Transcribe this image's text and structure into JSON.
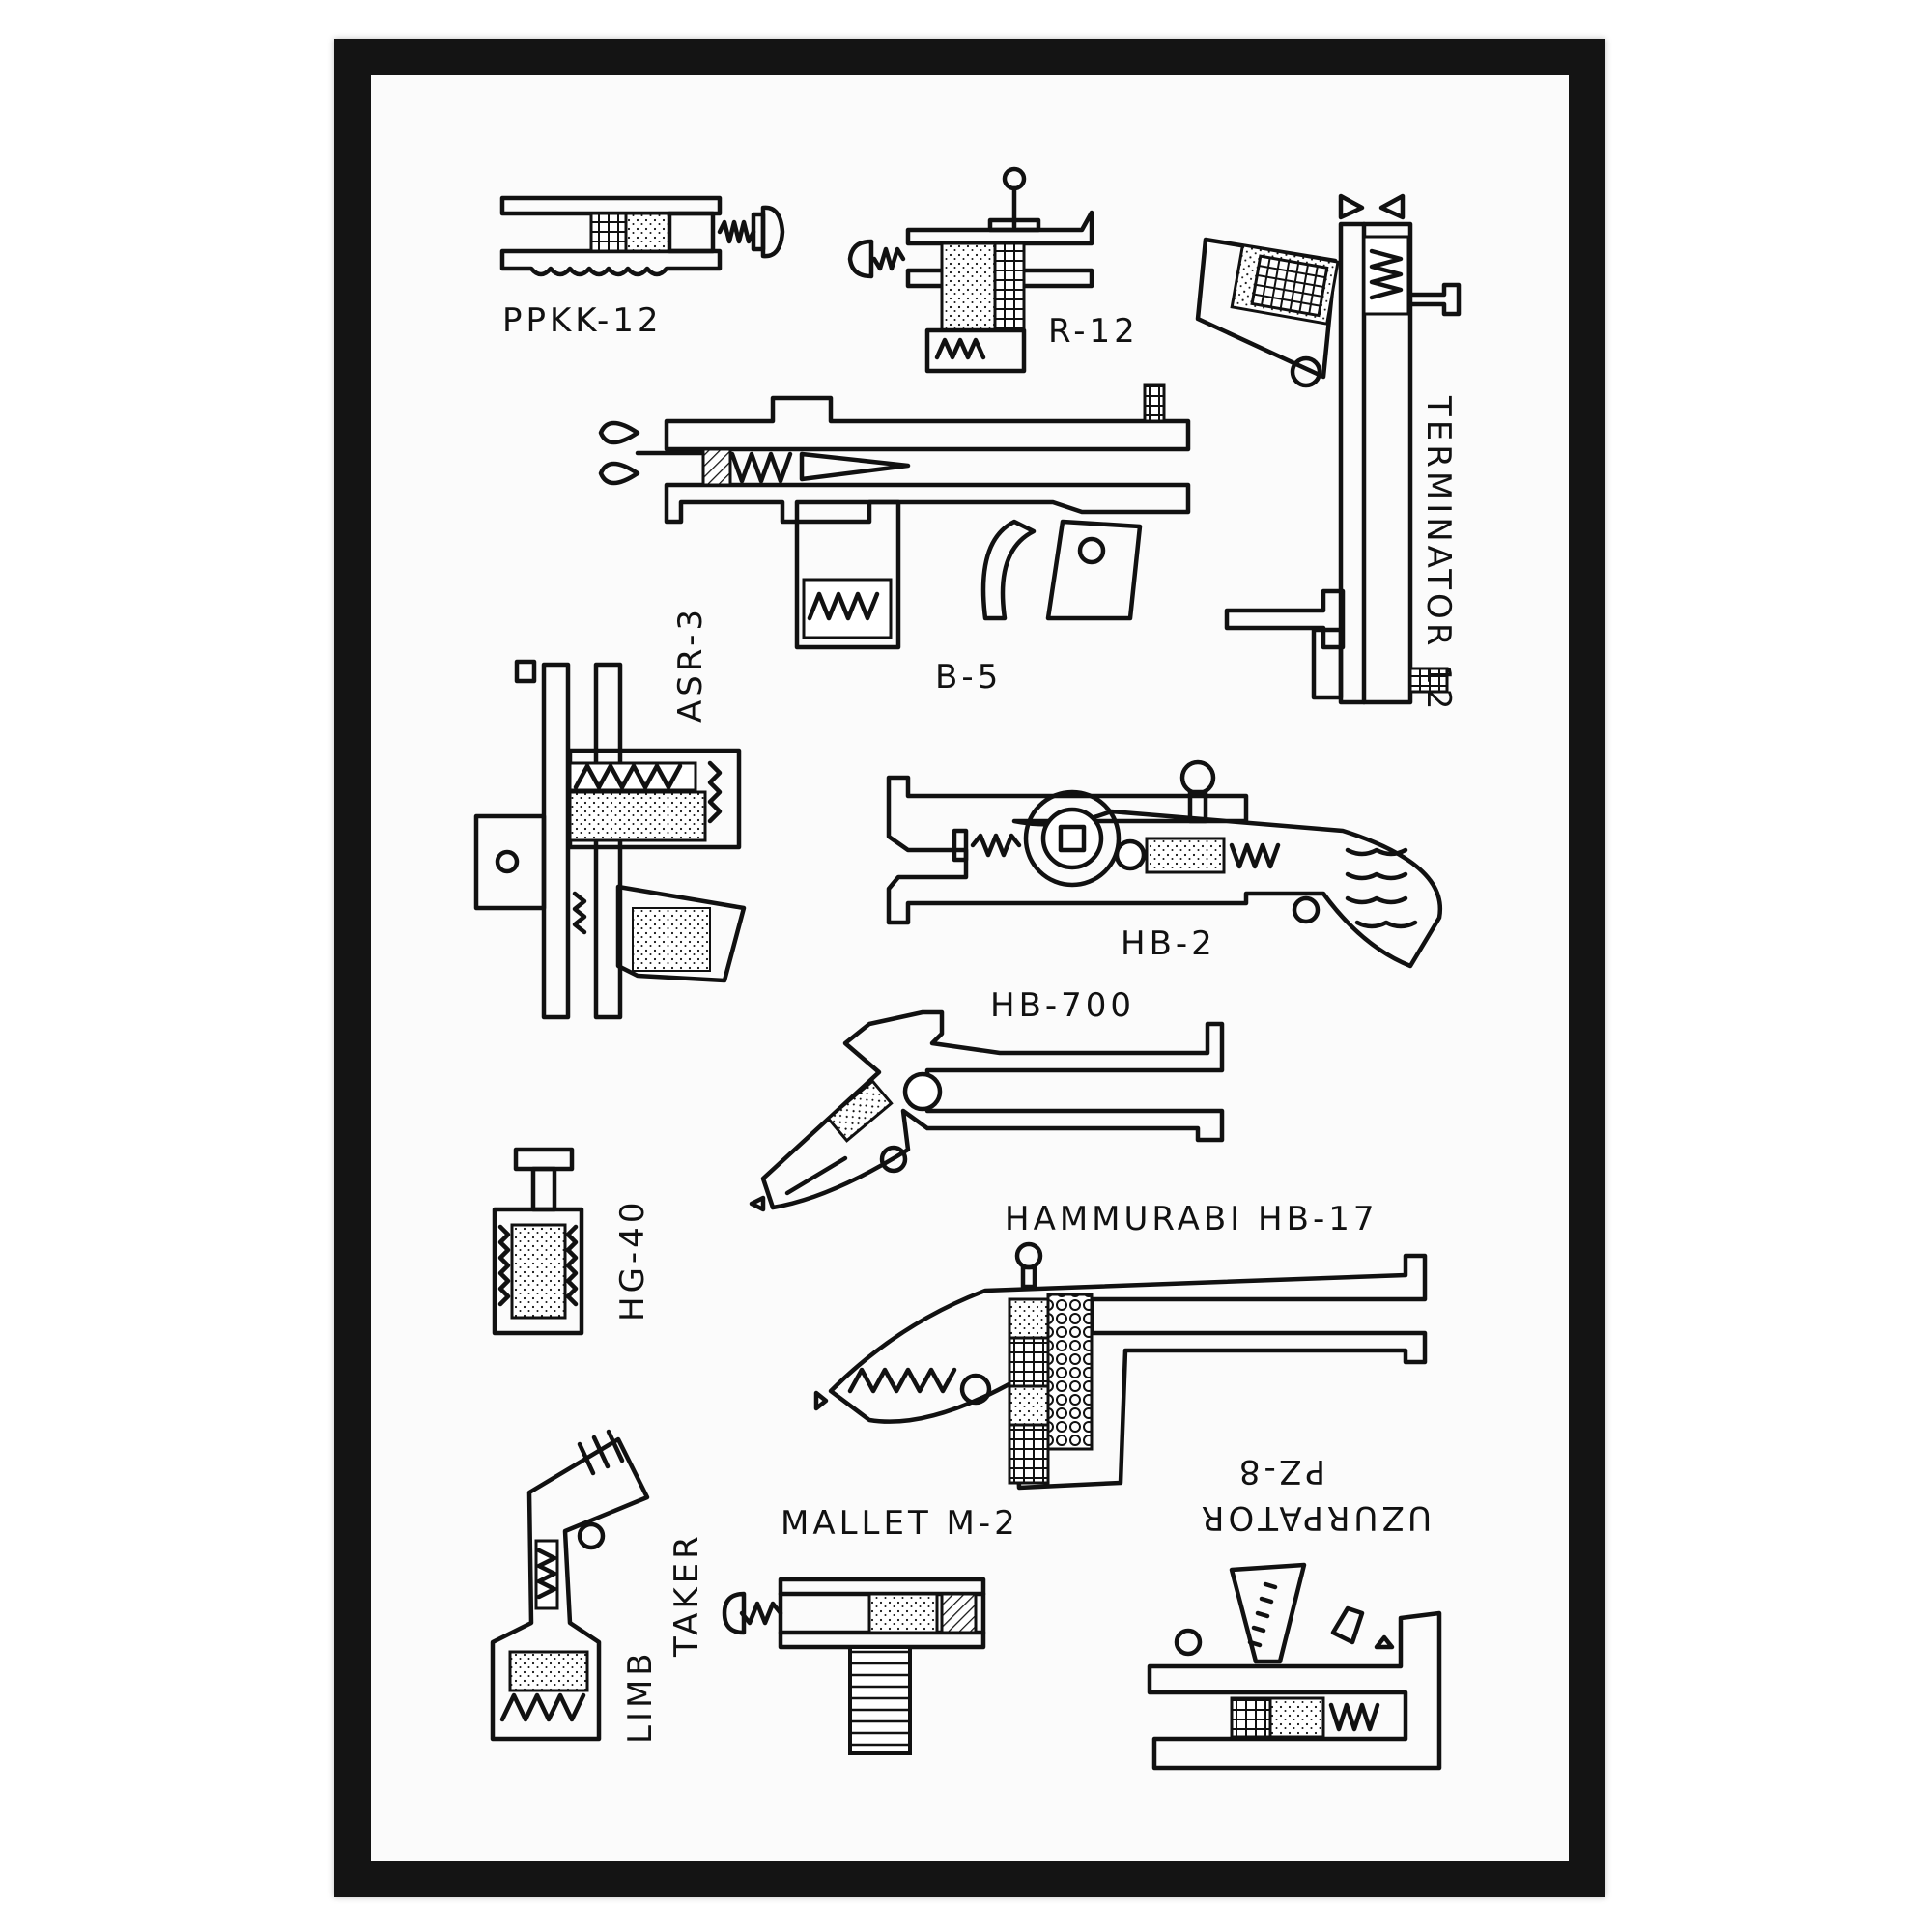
{
  "poster": {
    "frame_color": "#141414",
    "paper_color": "#fbfbfb",
    "ink_color": "#111111"
  },
  "labels": {
    "ppkk": "PPKK-12",
    "r12": "R-12",
    "terminator": "TERMINATOR 12",
    "asr": "ASR-3",
    "b5": "B-5",
    "hb2": "HB-2",
    "hb700": "HB-700",
    "hg40": "HG-40",
    "hammurabi": "HAMMURABI HB-17",
    "uzurpator_name": "UZURPATOR",
    "uzurpator_model": "PZ-8",
    "mallet": "MALLET M-2",
    "limb": "LIMB",
    "taker": "TAKER"
  }
}
